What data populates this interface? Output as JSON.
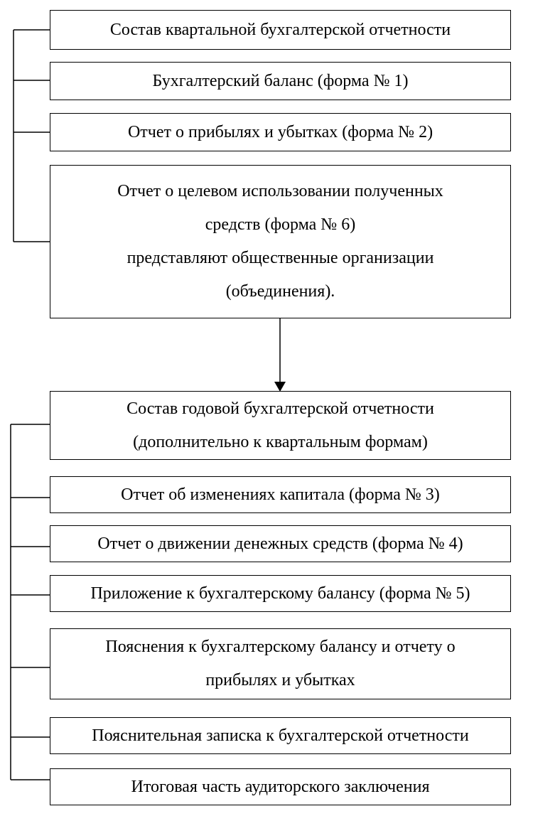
{
  "quarterly": {
    "title": "Состав квартальной  бухгалтерской отчетности",
    "items": [
      {
        "text": "Бухгалтерский баланс (форма № 1)"
      },
      {
        "text": "Отчет о прибылях и убытках (форма № 2)"
      }
    ],
    "form6": {
      "line1": "Отчет о целевом использовании полученных",
      "line2": "средств (форма № 6)",
      "line3": "представляют общественные организации",
      "line4": "(объединения)."
    }
  },
  "annual": {
    "title_line1": "Состав годовой бухгалтерской отчетности",
    "title_line2": "(дополнительно к квартальным формам)",
    "items": [
      {
        "text": "Отчет об изменениях капитала (форма № 3)"
      },
      {
        "text": "Отчет о движении денежных средств (форма № 4)"
      },
      {
        "text": "Приложение к бухгалтерскому балансу (форма № 5)"
      }
    ],
    "explanations": {
      "line1": "Пояснения к бухгалтерскому балансу и отчету о",
      "line2": "прибылях и убытках"
    },
    "note": "Пояснительная записка к бухгалтерской отчетности",
    "audit": "Итоговая часть аудиторского заключения"
  }
}
